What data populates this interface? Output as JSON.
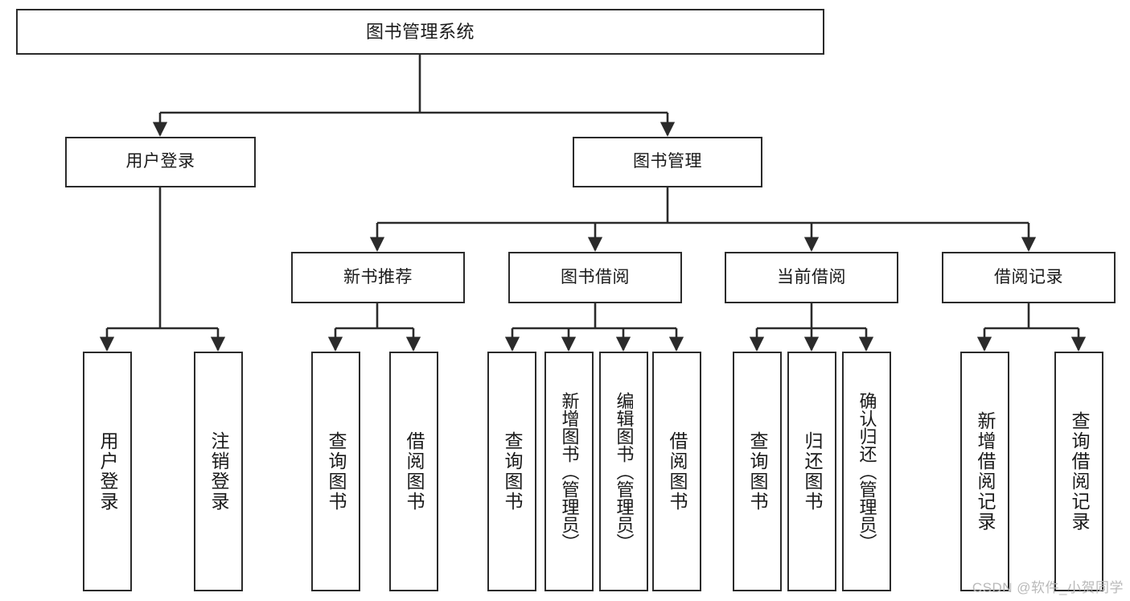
{
  "diagram": {
    "type": "function-tree",
    "title": "图书管理系统",
    "watermark": "CSDN @软件_小贺同学",
    "theme": {
      "background": "#ffffff",
      "box_border": "#2b2b2b",
      "box_fill": "#ffffff",
      "text": "#1a1a1a",
      "connector": "#2b2b2b",
      "watermark_color": "#b9b9b9"
    },
    "levels": [
      {
        "level": 1,
        "nodes": [
          {
            "id": "root",
            "label": "图书管理系统",
            "orientation": "horizontal"
          }
        ]
      },
      {
        "level": 2,
        "nodes": [
          {
            "id": "login",
            "label": "用户登录",
            "orientation": "horizontal",
            "parent": "root"
          },
          {
            "id": "bookmgmt",
            "label": "图书管理",
            "orientation": "horizontal",
            "parent": "root"
          }
        ]
      },
      {
        "level": 3,
        "nodes": [
          {
            "id": "newbook",
            "label": "新书推荐",
            "orientation": "horizontal",
            "parent": "bookmgmt"
          },
          {
            "id": "borrow",
            "label": "图书借阅",
            "orientation": "horizontal",
            "parent": "bookmgmt"
          },
          {
            "id": "current",
            "label": "当前借阅",
            "orientation": "horizontal",
            "parent": "bookmgmt"
          },
          {
            "id": "records",
            "label": "借阅记录",
            "orientation": "horizontal",
            "parent": "bookmgmt"
          }
        ]
      },
      {
        "level": 4,
        "nodes": [
          {
            "id": "leaf1",
            "label": "用户登录",
            "orientation": "vertical",
            "parent": "login"
          },
          {
            "id": "leaf2",
            "label": "注销登录",
            "orientation": "vertical",
            "parent": "login"
          },
          {
            "id": "leaf3",
            "label": "查询图书",
            "orientation": "vertical",
            "parent": "newbook"
          },
          {
            "id": "leaf4",
            "label": "借阅图书",
            "orientation": "vertical",
            "parent": "newbook"
          },
          {
            "id": "leaf5",
            "label": "查询图书",
            "orientation": "vertical",
            "parent": "borrow"
          },
          {
            "id": "leaf6",
            "label": "新增图书（管理员）",
            "orientation": "vertical",
            "parent": "borrow"
          },
          {
            "id": "leaf7",
            "label": "编辑图书（管理员）",
            "orientation": "vertical",
            "parent": "borrow"
          },
          {
            "id": "leaf8",
            "label": "借阅图书",
            "orientation": "vertical",
            "parent": "borrow"
          },
          {
            "id": "leaf9",
            "label": "查询图书",
            "orientation": "vertical",
            "parent": "current"
          },
          {
            "id": "leaf10",
            "label": "归还图书",
            "orientation": "vertical",
            "parent": "current"
          },
          {
            "id": "leaf11",
            "label": "确认归还（管理员）",
            "orientation": "vertical",
            "parent": "current"
          },
          {
            "id": "leaf12",
            "label": "新增借阅记录",
            "orientation": "vertical",
            "parent": "records"
          },
          {
            "id": "leaf13",
            "label": "查询借阅记录",
            "orientation": "vertical",
            "parent": "records"
          }
        ]
      }
    ]
  }
}
